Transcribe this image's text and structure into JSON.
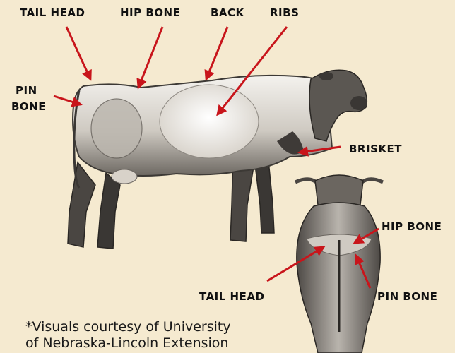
{
  "labels": {
    "tail_head_top": "TAIL HEAD",
    "hip_bone_top": "HIP BONE",
    "back": "BACK",
    "ribs": "RIBS",
    "pin_bone_side_1": "PIN",
    "pin_bone_side_2": "BONE",
    "brisket": "BRISKET",
    "hip_bone_rear": "HIP BONE",
    "tail_head_rear": "TAIL HEAD",
    "pin_bone_rear": "PIN BONE"
  },
  "credit": {
    "line1": "*Visuals courtesy of University",
    "line2": "of Nebraska-Lincoln Extension"
  },
  "colors": {
    "background": "#f5ead0",
    "arrow": "#c8151b",
    "label": "#111111"
  }
}
